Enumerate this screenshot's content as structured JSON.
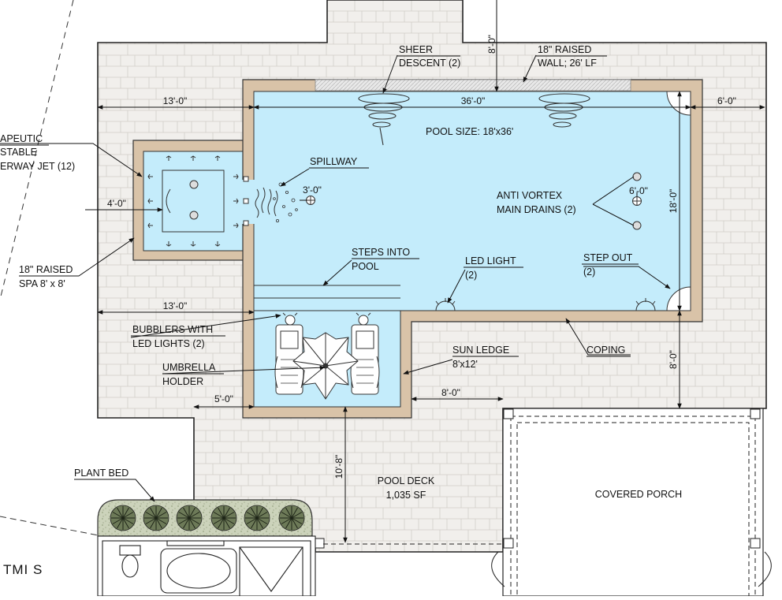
{
  "diagram": {
    "dimensions": {
      "pool_left_setback": "13'-0\"",
      "pool_length": "36'-0\"",
      "pool_right_setback": "6'-0\"",
      "top_setback": "8'-0\"",
      "spa_width": "4'-0\"",
      "spillway_gap": "3'-0\"",
      "drain_spacing": "6'-0\"",
      "pool_width": "18'-0\"",
      "ledge_left_setback": "13'-0\"",
      "ledge_right_setback": "8'-0\"",
      "bottom_right_setback": "8'-0\"",
      "ledge_left_small": "5'-0\"",
      "deck_depth": "10'-8\""
    },
    "labels": {
      "sheer_descent": [
        "SHEER",
        "DESCENT (2)"
      ],
      "raised_wall": [
        "18\" RAISED",
        "WALL; 26' LF"
      ],
      "pool_size": "POOL SIZE: 18'x36'",
      "therapeutic_jet": [
        "APEUTIC",
        "STABLE",
        "ERWAY JET (12)"
      ],
      "spillway": "SPILLWAY",
      "anti_vortex": [
        "ANTI VORTEX",
        "MAIN DRAINS (2)"
      ],
      "raised_spa": [
        "18\" RAISED",
        "SPA 8' x 8'"
      ],
      "steps_into_pool": [
        "STEPS INTO",
        "POOL"
      ],
      "led_light": [
        "LED LIGHT",
        "(2)"
      ],
      "step_out": [
        "STEP OUT",
        "(2)"
      ],
      "bubblers": [
        "BUBBLERS WITH",
        "LED LIGHTS (2)"
      ],
      "umbrella_holder": [
        "UMBRELLA",
        "HOLDER"
      ],
      "sun_ledge": [
        "SUN LEDGE",
        "8'x12'"
      ],
      "coping": "COPING",
      "plant_bed": "PLANT BED",
      "pool_deck": [
        "POOL DECK",
        "1,035 SF"
      ],
      "covered_porch": "COVERED PORCH",
      "corner_text": "TMI S"
    },
    "colors": {
      "water": "#c4ecfb",
      "coping": "#d9c3a8",
      "deck": "#f1efec",
      "plant_bed": "#ccd3bb"
    }
  }
}
